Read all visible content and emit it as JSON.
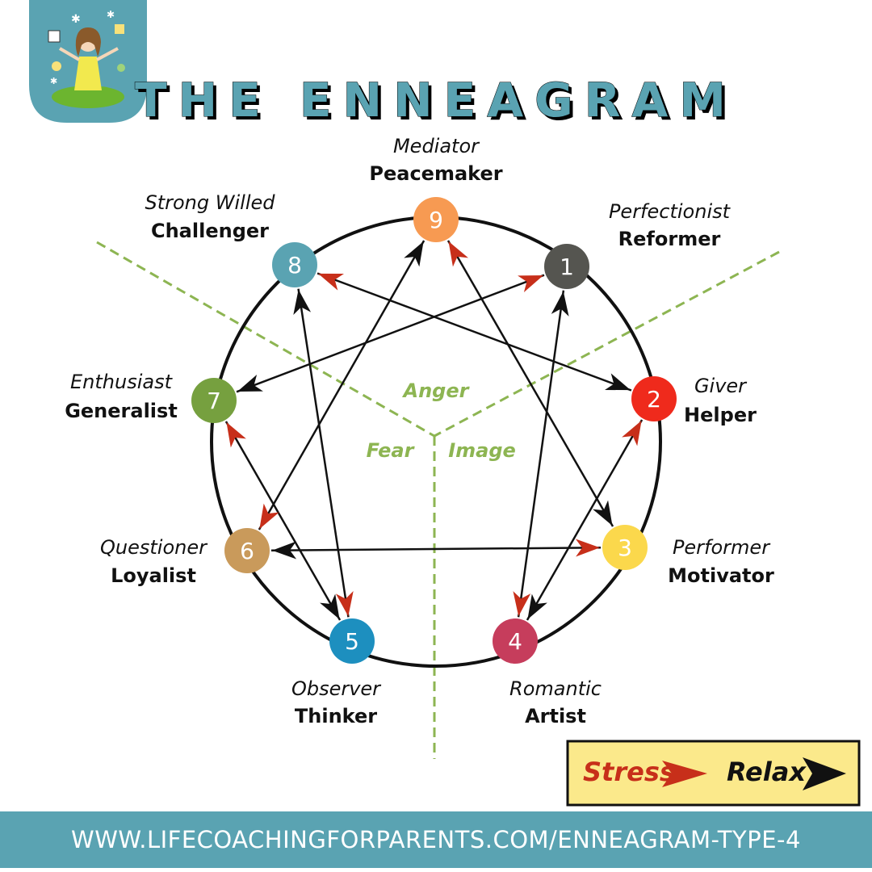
{
  "title": "THE ENNEAGRAM",
  "colors": {
    "teal": "#5aa3b2",
    "stress": "#c72f1a",
    "relax": "#111111",
    "region": "#8db552",
    "legend_bg": "#fbe98b"
  },
  "logo": {
    "icon": "woman-juggling-logo-icon"
  },
  "regions": {
    "anger": "Anger",
    "fear": "Fear",
    "image": "Image"
  },
  "types": [
    {
      "number": "1",
      "role": "Perfectionist",
      "name": "Reformer",
      "color": "#555550"
    },
    {
      "number": "2",
      "role": "Giver",
      "name": "Helper",
      "color": "#ef2a1c"
    },
    {
      "number": "3",
      "role": "Performer",
      "name": "Motivator",
      "color": "#fbd84c"
    },
    {
      "number": "4",
      "role": "Romantic",
      "name": "Artist",
      "color": "#c63d5c"
    },
    {
      "number": "5",
      "role": "Observer",
      "name": "Thinker",
      "color": "#1d8fbf"
    },
    {
      "number": "6",
      "role": "Questioner",
      "name": "Loyalist",
      "color": "#c99a5b"
    },
    {
      "number": "7",
      "role": "Enthusiast",
      "name": "Generalist",
      "color": "#76a03f"
    },
    {
      "number": "8",
      "role": "Strong Willed",
      "name": "Challenger",
      "color": "#5aa3b2"
    },
    {
      "number": "9",
      "role": "Mediator",
      "name": "Peacemaker",
      "color": "#f79a52"
    }
  ],
  "legend": {
    "stress": "Stress",
    "relax": "Relax"
  },
  "footer": {
    "url": "WWW.LIFECOACHINGFORPARENTS.COM/ENNEAGRAM-TYPE-4"
  }
}
